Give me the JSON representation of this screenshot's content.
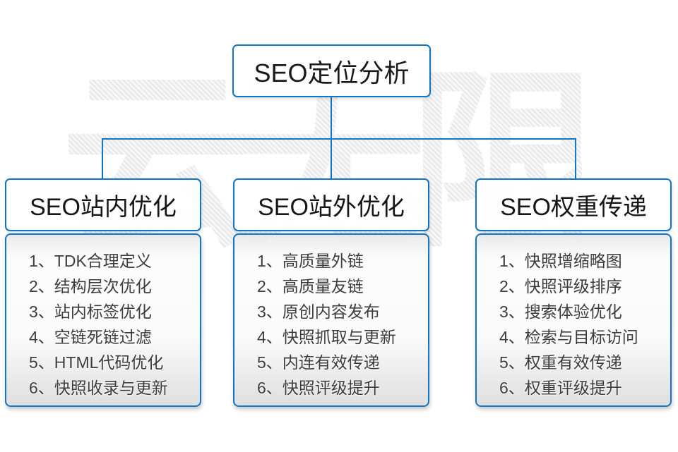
{
  "diagram": {
    "watermark": "云无限",
    "root_title": "SEO定位分析",
    "colors": {
      "accent": "#1274c4",
      "item_text": "#3c3c3c",
      "watermark_gray": "#ebebeb"
    },
    "columns": [
      {
        "title": "SEO站内优化",
        "items": [
          "1、TDK合理定义",
          "2、结构层次优化",
          "3、站内标签优化",
          "4、空链死链过滤",
          "5、HTML代码优化",
          "6、快照收录与更新"
        ]
      },
      {
        "title": "SEO站外优化",
        "items": [
          "1、高质量外链",
          "2、高质量友链",
          "3、原创内容发布",
          "4、快照抓取与更新",
          "5、内连有效传递",
          "6、快照评级提升"
        ]
      },
      {
        "title": "SEO权重传递",
        "items": [
          "1、快照增缩略图",
          "2、快照评级排序",
          "3、搜索体验优化",
          "4、检索与目标访问",
          "5、权重有效传递",
          "6、权重评级提升"
        ]
      }
    ]
  }
}
